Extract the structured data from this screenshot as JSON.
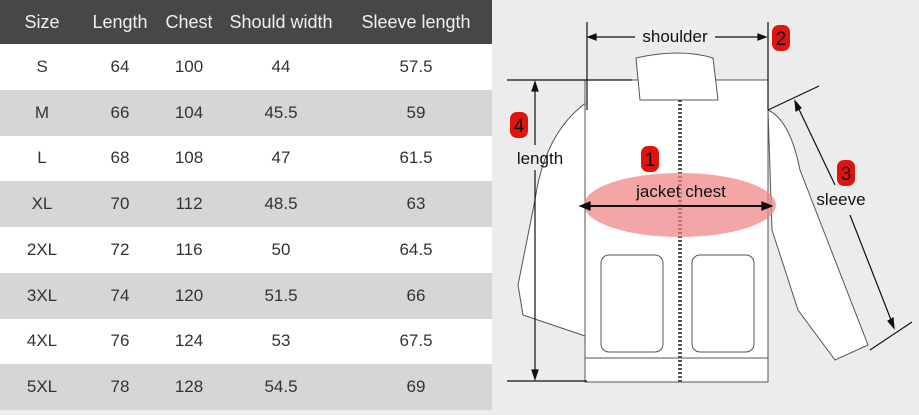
{
  "table": {
    "headers": [
      "Size",
      "Length",
      "Chest",
      "Should width",
      "Sleeve length"
    ],
    "rows": [
      [
        "S",
        "64",
        "100",
        "44",
        "57.5"
      ],
      [
        "M",
        "66",
        "104",
        "45.5",
        "59"
      ],
      [
        "L",
        "68",
        "108",
        "47",
        "61.5"
      ],
      [
        "XL",
        "70",
        "112",
        "48.5",
        "63"
      ],
      [
        "2XL",
        "72",
        "116",
        "50",
        "64.5"
      ],
      [
        "3XL",
        "74",
        "120",
        "51.5",
        "66"
      ],
      [
        "4XL",
        "76",
        "124",
        "53",
        "67.5"
      ],
      [
        "5XL",
        "78",
        "128",
        "54.5",
        "69"
      ]
    ]
  },
  "diagram": {
    "shoulder_label": "shoulder",
    "shoulder_num": "2",
    "length_label": "length",
    "length_num": "4",
    "chest_label": "jacket chest",
    "chest_num": "1",
    "sleeve_label": "sleeve",
    "sleeve_num": "3",
    "badge_color": "#e0140f",
    "chest_highlight": "#f08080"
  }
}
